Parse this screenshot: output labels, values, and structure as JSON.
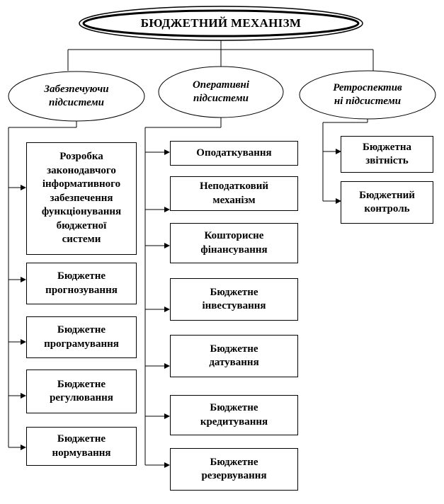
{
  "title": "БЮДЖЕТНИЙ МЕХАНІЗМ",
  "subsystems": [
    {
      "label": "Забезпечуючи\nпідсистеми",
      "items": [
        "Розробка\nзаконодавчого\nінформативного\nзабезпечення\nфункціонування\nбюджетної\nсистеми",
        "Бюджетне\nпрогнозування",
        "Бюджетне\nпрограмування",
        "Бюджетне\nрегулювання",
        "Бюджетне\nнормування"
      ]
    },
    {
      "label": "Оперативні\nпідсистеми",
      "items": [
        "Оподаткування",
        "Неподатковий\nмеханізм",
        "Кошторисне\nфінансування",
        "Бюджетне\nінвестування",
        "Бюджетне\nдатування",
        "Бюджетне\nкредитування",
        "Бюджетне\nрезервування"
      ]
    },
    {
      "label": "Ретроспектив\nні підсистеми",
      "items": [
        "Бюджетна\nзвітність",
        "Бюджетний\nконтроль"
      ]
    }
  ]
}
